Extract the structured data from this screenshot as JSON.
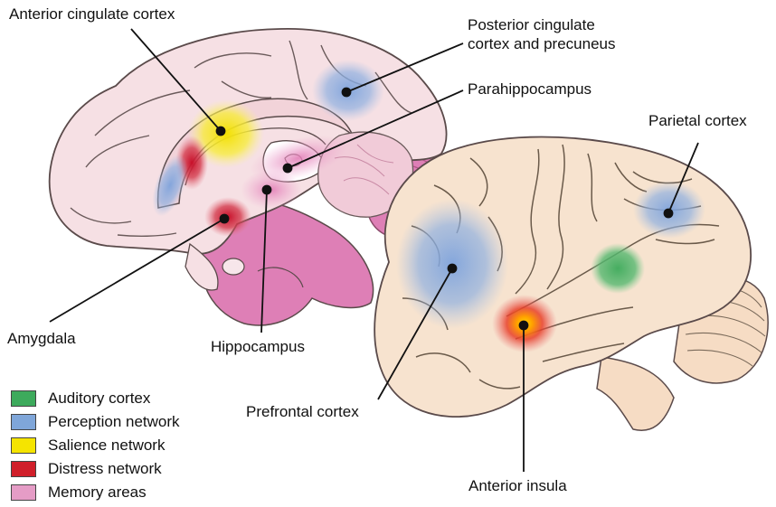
{
  "labels": {
    "anterior_cingulate": "Anterior cingulate cortex",
    "posterior_cingulate_line1": "Posterior cingulate",
    "posterior_cingulate_line2": "cortex and precuneus",
    "parahippocampus": "Parahippocampus",
    "parietal": "Parietal cortex",
    "amygdala": "Amygdala",
    "hippocampus": "Hippocampus",
    "prefrontal": "Prefrontal cortex",
    "anterior_insula": "Anterior insula"
  },
  "legend": [
    {
      "label": "Auditory cortex",
      "color": "#3daa5c"
    },
    {
      "label": "Perception network",
      "color": "#7fa6d9"
    },
    {
      "label": "Salience network",
      "color": "#f5e400"
    },
    {
      "label": "Distress network",
      "color": "#d01f2a"
    },
    {
      "label": "Memory areas",
      "color": "#e59cc6"
    }
  ],
  "colors": {
    "medial_brain": "#f5dfe3",
    "lateral_brain": "#f7e3cf",
    "cerebellum_medial": "#de7fb6",
    "outline": "#5a4a4a"
  }
}
